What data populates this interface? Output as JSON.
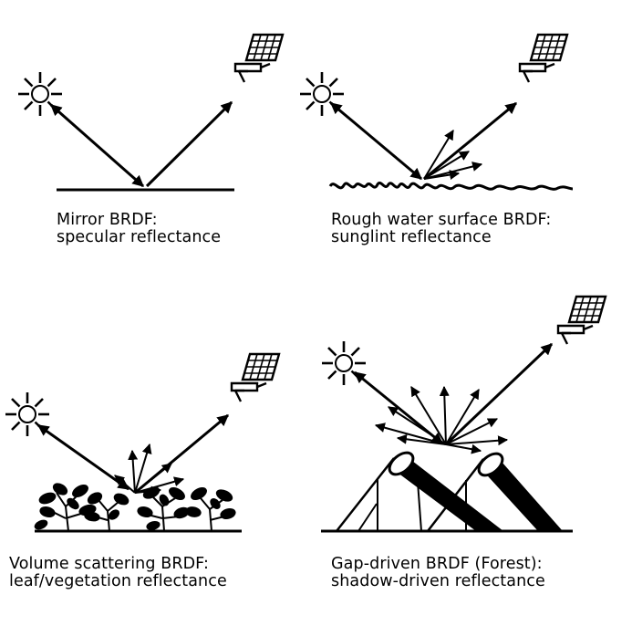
{
  "panels": [
    {
      "id": "mirror",
      "line1": "Mirror BRDF:",
      "line2": "specular reflectance"
    },
    {
      "id": "rough-water",
      "line1": "Rough water surface BRDF:",
      "line2": "sunglint reflectance"
    },
    {
      "id": "volume",
      "line1": "Volume scattering BRDF:",
      "line2": "leaf/vegetation reflectance"
    },
    {
      "id": "gap",
      "line1": "Gap-driven BRDF (Forest):",
      "line2": "shadow-driven reflectance"
    }
  ],
  "colors": {
    "ink": "#000000",
    "background": "#ffffff"
  },
  "icons": [
    "sun-icon",
    "satellite-icon",
    "solar-panel-icon",
    "plant-icon",
    "tree-trunk-icon"
  ]
}
